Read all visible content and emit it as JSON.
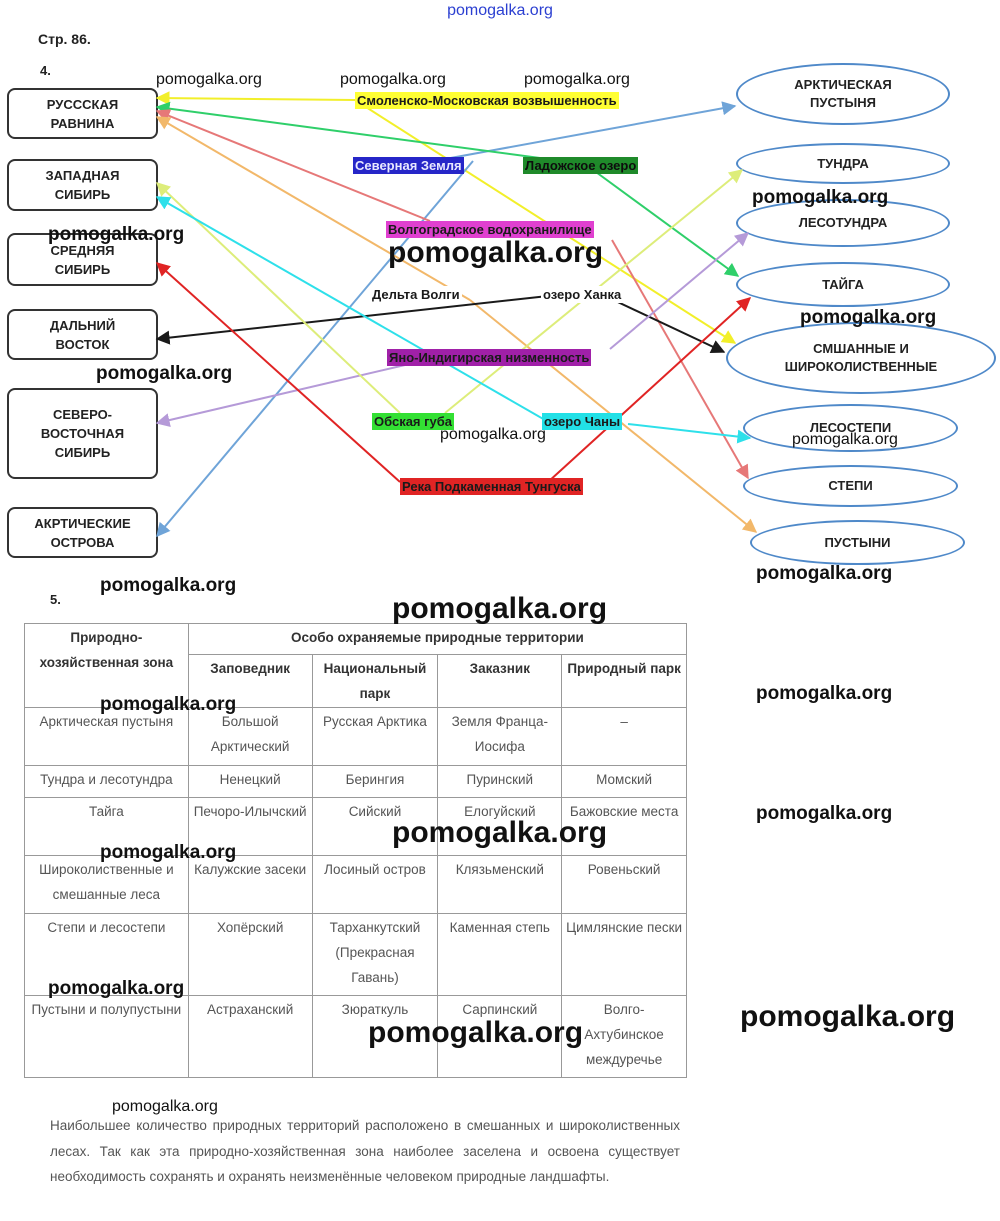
{
  "site_title": "pomogalka.org",
  "page_label": "Стр. 86.",
  "task4": {
    "number": "4.",
    "regions": [
      {
        "id": "r1",
        "label": "РУСССКАЯ\nРАВНИНА"
      },
      {
        "id": "r2",
        "label": "ЗАПАДНАЯ\nСИБИРЬ"
      },
      {
        "id": "r3",
        "label": "СРЕДНЯЯ\nСИБИРЬ"
      },
      {
        "id": "r4",
        "label": "ДАЛЬНИЙ\nВОСТОК"
      },
      {
        "id": "r5",
        "label": "СЕВЕРО-\nВОСТОЧНАЯ\nСИБИРЬ"
      },
      {
        "id": "r6",
        "label": "АКРТИЧЕСКИЕ\nОСТРОВА"
      }
    ],
    "zones": [
      {
        "id": "z1",
        "label": "АРКТИЧЕСКАЯ\nПУСТЫНЯ"
      },
      {
        "id": "z2",
        "label": "ТУНДРА"
      },
      {
        "id": "z3",
        "label": "ЛЕСОТУНДРА"
      },
      {
        "id": "z4",
        "label": "ТАЙГА"
      },
      {
        "id": "z5",
        "label": "СМШАННЫЕ И\nШИРОКОЛИСТВЕННЫЕ"
      },
      {
        "id": "z6",
        "label": "ЛЕСОСТЕПИ"
      },
      {
        "id": "z7",
        "label": "СТЕПИ"
      },
      {
        "id": "z8",
        "label": "ПУСТЫНИ"
      }
    ],
    "objects": [
      {
        "id": "o1",
        "label": "Смоленско-Московская возвышенность",
        "bg": "#ffff33",
        "color": "#1a1a1a",
        "line": "#f2ef2a"
      },
      {
        "id": "o2",
        "label": "Северная Земля",
        "bg": "#2626c8",
        "color": "#e8e8ff",
        "line": "#6fa4d8"
      },
      {
        "id": "o3",
        "label": "Ладожское озеро",
        "bg": "#1f8a2a",
        "color": "#0d0d0d",
        "line": "#2fcf6a"
      },
      {
        "id": "o4",
        "label": "Волгоградское водохранилище",
        "bg": "#e040d0",
        "color": "#1a1a1a",
        "line": "#e67878"
      },
      {
        "id": "o5",
        "label": "Дельта Волги",
        "bg": "#ffffff",
        "color": "#1a1a1a",
        "line": "#f2b86a"
      },
      {
        "id": "o6",
        "label": "озеро Ханка",
        "bg": "#ffffff",
        "color": "#1a1a1a",
        "line": "#1a1a1a"
      },
      {
        "id": "o7",
        "label": "Яно-Индигирская низменность",
        "bg": "#a020a8",
        "color": "#1a1a1a",
        "line": "#b59ad8"
      },
      {
        "id": "o8",
        "label": "Обская губа",
        "bg": "#33e033",
        "color": "#1a1a1a",
        "line": "#dded7a"
      },
      {
        "id": "o9",
        "label": "озеро Чаны",
        "bg": "#22e0e6",
        "color": "#1a1a1a",
        "line": "#2ee0ea"
      },
      {
        "id": "o10",
        "label": "Река Подкаменная Тунгуска",
        "bg": "#e02424",
        "color": "#1a1a1a",
        "line": "#e02424"
      }
    ]
  },
  "task5": {
    "number": "5.",
    "headers": {
      "zone": "Природно-хозяйственная зона",
      "group": "Особо охраняемые природные территории",
      "cols": [
        "Заповедник",
        "Национальный парк",
        "Заказник",
        "Природный парк"
      ]
    },
    "rows": [
      {
        "zone": "Арктическая пустыня",
        "cells": [
          "Большой Арктический",
          "Русская Арктика",
          "Земля Франца-Иосифа",
          "–"
        ]
      },
      {
        "zone": "Тундра и лесотундра",
        "cells": [
          "Ненецкий",
          "Берингия",
          "Пуринский",
          "Момский"
        ]
      },
      {
        "zone": "Тайга",
        "cells": [
          "Печоро-Илычский",
          "Сийский",
          "Елогуйский",
          "Бажовские места"
        ]
      },
      {
        "zone": "Широколиственные и смешанные леса",
        "cells": [
          "Калужские засеки",
          "Лосиный остров",
          "Клязьменский",
          "Ровеньский"
        ]
      },
      {
        "zone": "Степи и лесостепи",
        "cells": [
          "Хопёрский",
          "Тарханкутский (Прекрасная Гавань)",
          "Каменная степь",
          "Цимлянские пески"
        ]
      },
      {
        "zone": "Пустыни и полупустыни",
        "cells": [
          "Астраханский",
          "Зюраткуль",
          "Сарпинский",
          "Волго-Ахтубинское междуречье"
        ]
      }
    ],
    "conclusion": "Наибольшее количество природных территорий расположено в смешанных и широколиственных лесах. Так как эта природно-хозяйственная зона наиболее заселена и освоена существует необходимость сохранять и охранять неизменённые человеком природные ландшафты."
  },
  "watermark": "pomogalka.org"
}
